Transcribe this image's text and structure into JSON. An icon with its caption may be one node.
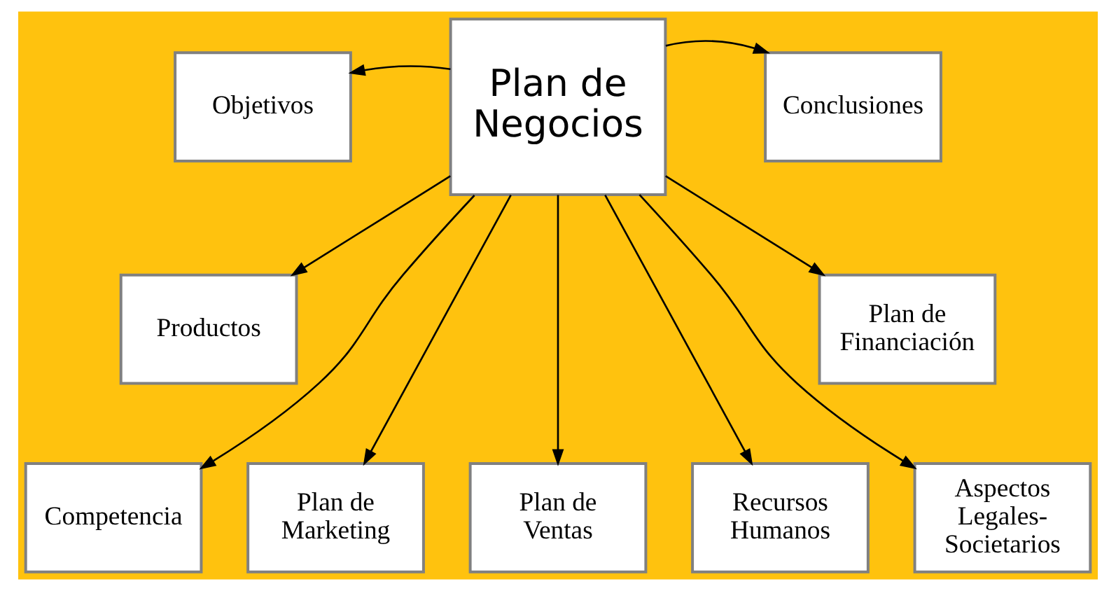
{
  "diagram": {
    "nodes": [
      {
        "text": [
          "Plan de Negocios"
        ]
      },
      {
        "text": [
          "Objetivos"
        ]
      },
      {
        "text": [
          "Conclusiones"
        ]
      },
      {
        "text": [
          "Productos"
        ]
      },
      {
        "text": [
          "Plan de Financiación"
        ]
      },
      {
        "text": [
          "Competencia"
        ]
      },
      {
        "text": [
          "Plan de Marketing"
        ]
      },
      {
        "text": [
          "Plan de Ventas"
        ]
      },
      {
        "text": [
          "Recursos Humanos"
        ]
      },
      {
        "text": [
          "Aspectos Legales-Societarios"
        ]
      }
    ],
    "edges": [
      {
        "from": 0,
        "to": 1,
        "arrow": "to"
      },
      {
        "from": 0,
        "to": 2,
        "arrow": "to"
      },
      {
        "from": 0,
        "to": 3,
        "arrow": "to"
      },
      {
        "from": 0,
        "to": 4,
        "arrow": "to"
      },
      {
        "from": 0,
        "to": 5,
        "arrow": "to"
      },
      {
        "from": 0,
        "to": 6,
        "arrow": "to"
      },
      {
        "from": 0,
        "to": 7,
        "arrow": "to"
      },
      {
        "from": 0,
        "to": 8,
        "arrow": "to"
      },
      {
        "from": 0,
        "to": 9,
        "arrow": "to"
      }
    ]
  }
}
